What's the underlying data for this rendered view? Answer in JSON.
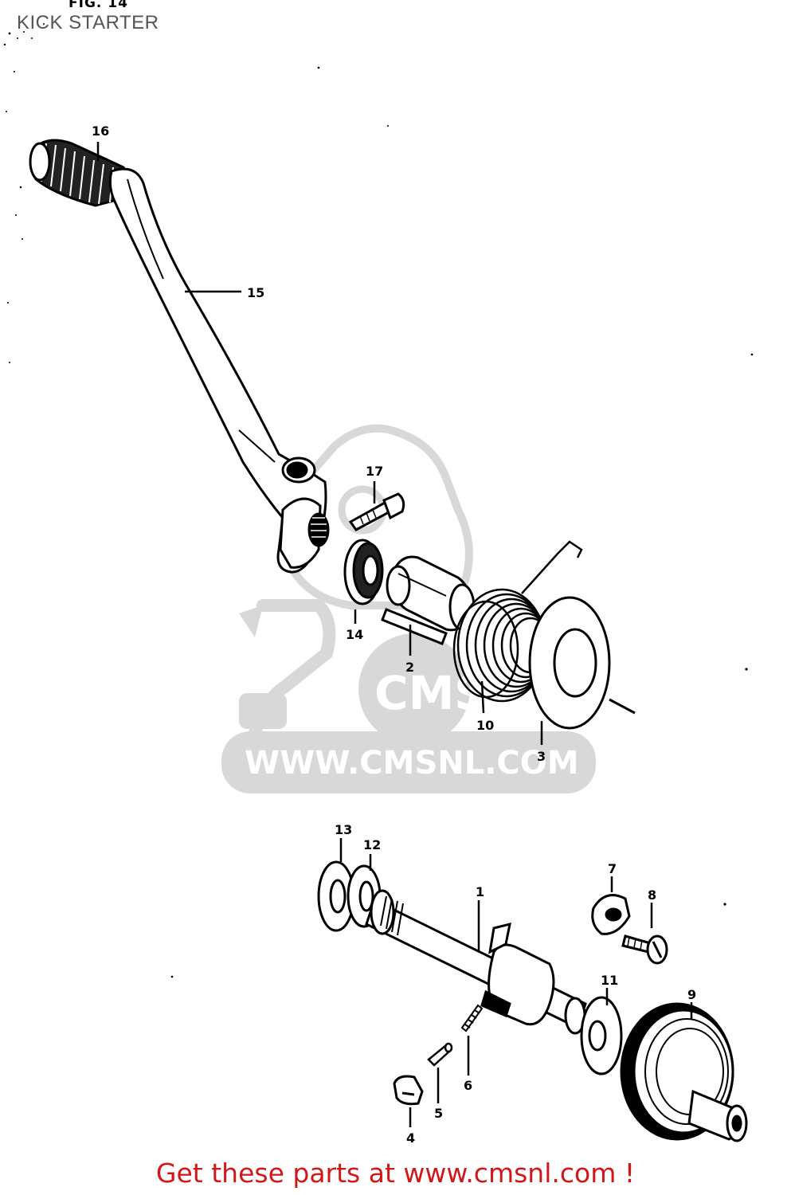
{
  "header": {
    "figure_label": "FIG. 14",
    "title": "KICK STARTER"
  },
  "watermark": {
    "text": "WWW.CMSNL.COM",
    "logo_letters": "CMS"
  },
  "parts": {
    "p1": "1",
    "p2": "2",
    "p3": "3",
    "p4": "4",
    "p5": "5",
    "p6": "6",
    "p7": "7",
    "p8": "8",
    "p9": "9",
    "p10": "10",
    "p11": "11",
    "p12": "12",
    "p13": "13",
    "p14": "14",
    "p15": "15",
    "p16": "16",
    "p17": "17"
  },
  "footer": {
    "cta": "Get these parts at www.cmsnl.com !"
  },
  "colors": {
    "line": "#000000",
    "watermark": "#d8d8d8",
    "cta": "#d11818"
  }
}
